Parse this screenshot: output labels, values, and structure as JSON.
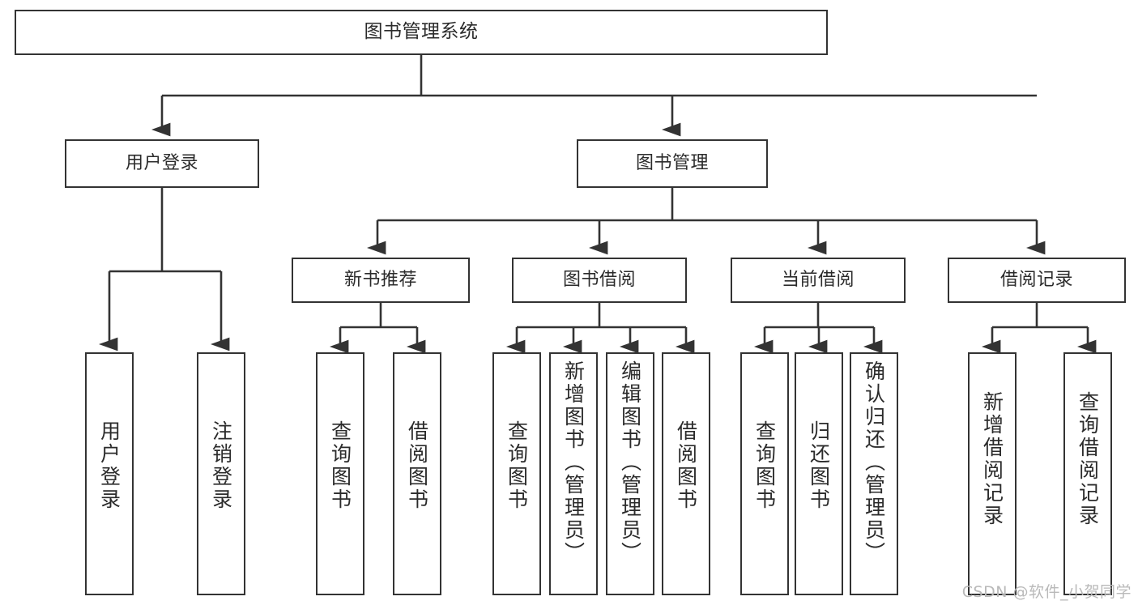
{
  "diagram": {
    "title": "图书管理系统",
    "type": "hierarchy-tree",
    "root": {
      "label": "图书管理系统"
    },
    "level2": [
      {
        "label": "用户登录"
      },
      {
        "label": "图书管理"
      }
    ],
    "level3": [
      {
        "label": "新书推荐"
      },
      {
        "label": "图书借阅"
      },
      {
        "label": "当前借阅"
      },
      {
        "label": "借阅记录"
      }
    ],
    "leaves": {
      "user_login": [
        {
          "label": "用户登录"
        },
        {
          "label": "注销登录"
        }
      ],
      "new_book_recommend": [
        {
          "label": "查询图书"
        },
        {
          "label": "借阅图书"
        }
      ],
      "book_borrow": [
        {
          "label": "查询图书"
        },
        {
          "label": "新增图书（管理员）"
        },
        {
          "label": "编辑图书（管理员）"
        },
        {
          "label": "借阅图书"
        }
      ],
      "current_borrow": [
        {
          "label": "查询图书"
        },
        {
          "label": "归还图书"
        },
        {
          "label": "确认归还（管理员）"
        }
      ],
      "borrow_record": [
        {
          "label": "新增借阅记录"
        },
        {
          "label": "查询借阅记录"
        }
      ]
    },
    "colors": {
      "stroke": "#333333",
      "background": "#ffffff",
      "text": "#2b2b2b",
      "watermark": "#b9b9b9"
    },
    "watermark": "CSDN @软件_小贺同学"
  }
}
